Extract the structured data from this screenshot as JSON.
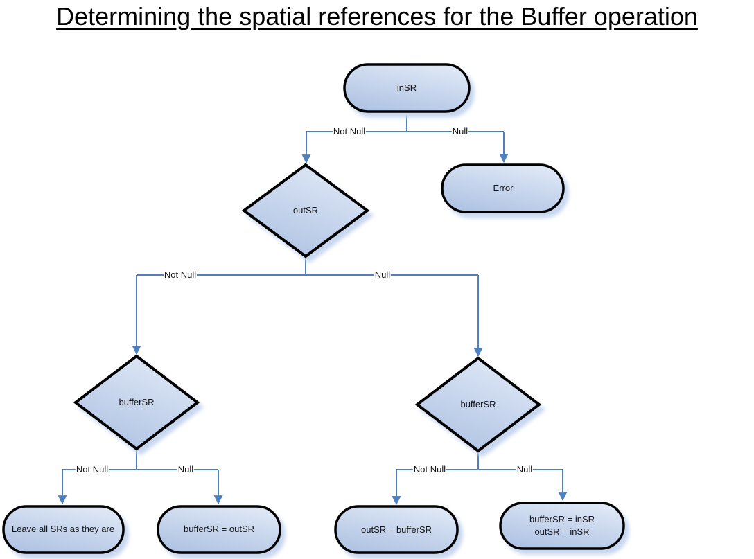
{
  "title": "Determining the spatial references for the Buffer operation",
  "diagram": {
    "nodes": {
      "insr": {
        "label": "inSR",
        "type": "terminator"
      },
      "error": {
        "label": "Error",
        "type": "terminator"
      },
      "outsr": {
        "label": "outSR",
        "type": "decision"
      },
      "buffersr_left": {
        "label": "bufferSR",
        "type": "decision"
      },
      "buffersr_right": {
        "label": "bufferSR",
        "type": "decision"
      },
      "leave_all": {
        "label": "Leave all SRs as they are",
        "type": "terminator"
      },
      "buffersr_eq_outsr": {
        "label": "bufferSR = outSR",
        "type": "terminator"
      },
      "outsr_eq_buffersr": {
        "label": "outSR = bufferSR",
        "type": "terminator"
      },
      "buffersr_eq_insr": {
        "label": "bufferSR = inSR\noutSR = inSR",
        "type": "terminator"
      }
    },
    "edge_labels": {
      "insr_notnull": "Not Null",
      "insr_null": "Null",
      "outsr_notnull": "Not Null",
      "outsr_null": "Null",
      "bufleft_notnull": "Not Null",
      "bufleft_null": "Null",
      "bufright_notnull": "Not Null",
      "bufright_null": "Null"
    },
    "colors": {
      "line": "#4f81bd",
      "node_fill_top": "#dfe8f6",
      "node_fill_bottom": "#afc3e3",
      "node_border": "#000000",
      "shadow": "#c7d7ef",
      "label_text": "#141414"
    }
  }
}
